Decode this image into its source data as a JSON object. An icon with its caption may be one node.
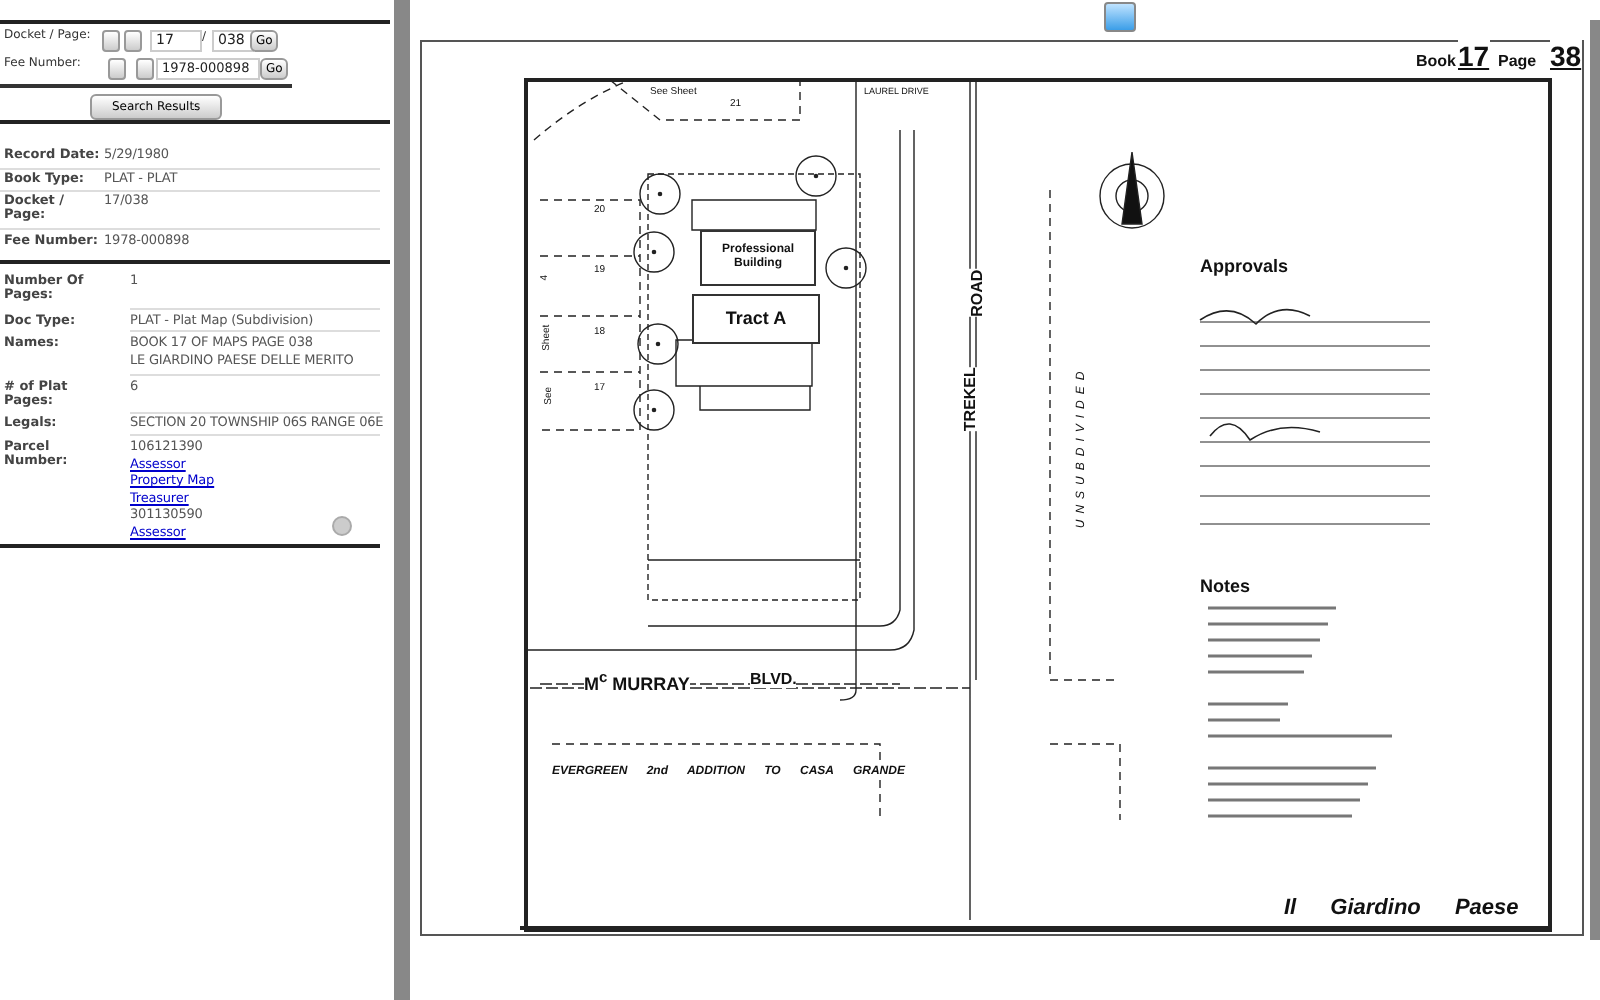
{
  "diagram": {
    "nodes": [
      {
        "text": [
          "Professional Building"
        ]
      },
      {
        "text": [
          "Tract A"
        ]
      }
    ],
    "labels": [
      "Docket / Page:",
      "17",
      "/",
      "038",
      "Go",
      "Fee Number:",
      "1978-000898",
      "Go",
      "Search Results",
      "Record Date:",
      "5/29/1980",
      "Book Type:",
      "PLAT - PLAT",
      "Docket / Page:",
      "17/038",
      "Fee Number:",
      "1978-000898",
      "Number Of Pages:",
      "1",
      "Doc Type:",
      "PLAT - Plat Map (Subdivision)",
      "Names:",
      "BOOK 17 OF MAPS PAGE 038",
      "LE GIARDINO PAESE DELLE MERITO",
      "# of Plat Pages:",
      "6",
      "Legals:",
      "SECTION 20 TOWNSHIP 06S RANGE 06E",
      "Parcel Number:",
      "106121390",
      "Assessor",
      "Property Map",
      "Treasurer",
      "301130590",
      "Assessor",
      "Book",
      "17",
      "Page",
      "38",
      "See Sheet",
      "21",
      "LAUREL DRIVE",
      "20",
      "4",
      "19",
      "Sheet",
      "18",
      "See",
      "17",
      "TREKEL",
      "ROAD",
      "UNSUBDIVIDED",
      "M$^{c}$ MURRAY",
      "BLVD.",
      "EVERGREEN 2nd ADDITION TO CASA GRANDE",
      "Approvals",
      "Notes",
      "Il Giardino Paese"
    ]
  }
}
